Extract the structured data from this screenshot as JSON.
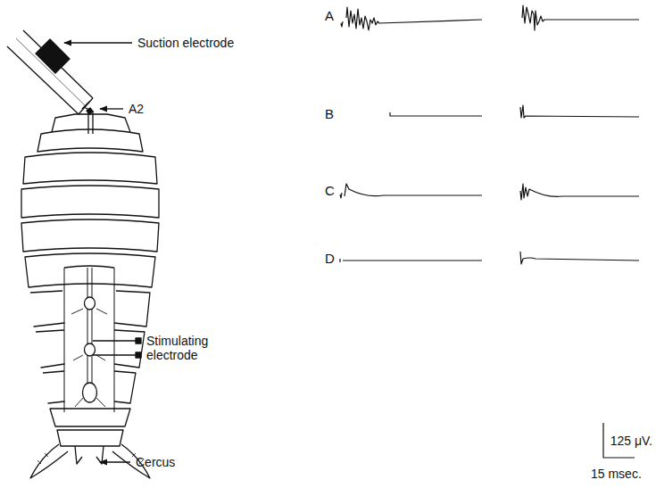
{
  "diagram": {
    "labels": [
      "Suction electrode",
      "A2",
      "Stimulating electrode",
      "Cercus",
      "A",
      "B",
      "C",
      "D",
      "125 μV.",
      "15 msec."
    ]
  }
}
